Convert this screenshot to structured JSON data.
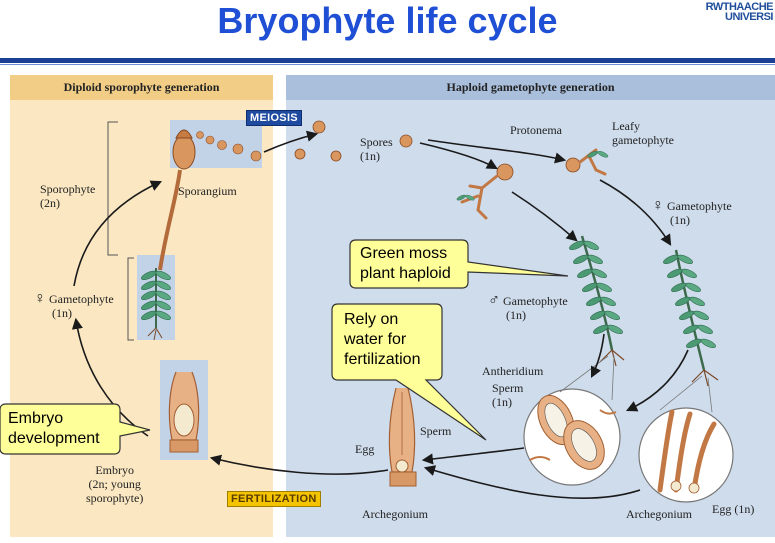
{
  "title": "Bryophyte life cycle",
  "logo": {
    "line1": "RWTHAACHE",
    "line2": "UNIVERSI"
  },
  "panels": {
    "diploid": "Diploid sporophyte generation",
    "haploid": "Haploid gametophyte generation"
  },
  "stages": {
    "meiosis": "MEIOSIS",
    "fertilization": "FERTILIZATION"
  },
  "labels": {
    "spores": "Spores",
    "spores_ploidy": "(1n)",
    "protonema": "Protonema",
    "leafy_1": "Leafy",
    "leafy_2": "gametophyte",
    "female_gametophyte": "Gametophyte",
    "female_ploidy": "(1n)",
    "sporophyte": "Sporophyte",
    "sporophyte_ploidy": "(2n)",
    "sporangium": "Sporangium",
    "left_gametophyte": "Gametophyte",
    "left_ploidy": "(1n)",
    "male_gametophyte": "Gametophyte",
    "male_ploidy": "(1n)",
    "antheridium": "Antheridium",
    "sperm_1": "Sperm",
    "sperm_ploidy": "(1n)",
    "sperm_2": "Sperm",
    "egg_1": "Egg",
    "embryo": "Embryo",
    "embryo_line2": "(2n; young",
    "embryo_line3": "sporophyte)",
    "archegonium_1": "Archegonium",
    "archegonium_2": "Archegonium",
    "egg_2": "Egg (1n)",
    "female_symbol": "♀",
    "male_symbol": "♂"
  },
  "callouts": {
    "green_moss": [
      "Green moss",
      "plant haploid"
    ],
    "rely_water": [
      "Rely on",
      "water for",
      "fertilization"
    ],
    "embryo_dev": [
      "Embryo",
      "development"
    ]
  },
  "colors": {
    "title": "#1f4fd4",
    "diploid_bg": "#fbe8c2",
    "haploid_bg": "#cfdcec",
    "header_diploid": "#f1cd86",
    "header_haploid": "#a9bfdc",
    "meiosis_tag": "#1e4aa0",
    "fertilization_tag": "#f4c400",
    "callout_fill": "#ffff99"
  }
}
